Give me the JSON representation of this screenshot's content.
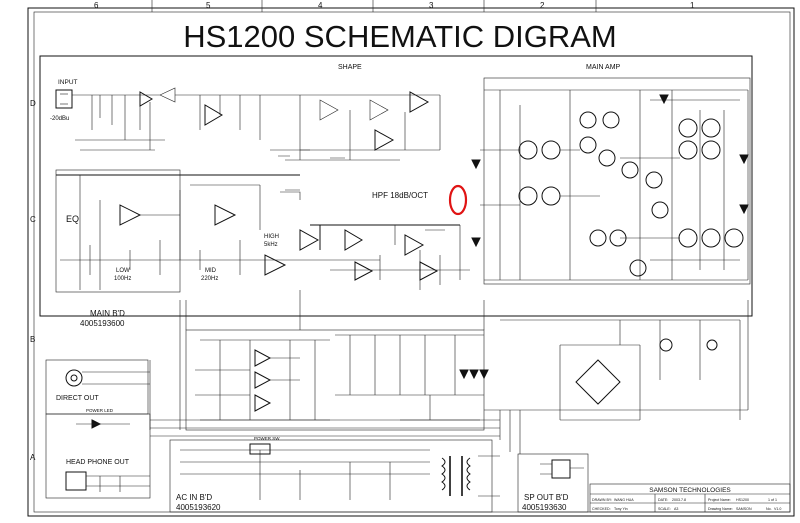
{
  "title": "HS1200 SCHEMATIC DIGRAM",
  "border": {
    "columns": [
      "6",
      "5",
      "4",
      "3",
      "2",
      "1"
    ],
    "rows": [
      "D",
      "C",
      "B",
      "A"
    ]
  },
  "sections": {
    "input": "INPUT",
    "input_level": "-20dBu",
    "shape": "SHAPE",
    "main_amp": "MAIN AMP",
    "hpf": "HPF 18dB/OCT",
    "eq": "EQ",
    "low": "LOW",
    "low_freq": "100Hz",
    "mid": "MID",
    "mid_freq": "220Hz",
    "high": "HIGH",
    "high_freq": "5kHz",
    "main_bd": "MAIN B'D",
    "main_bd_pn": "4005193600",
    "direct_out": "DIRECT OUT",
    "headphone_out": "HEAD PHONE OUT",
    "ac_in_bd": "AC IN B'D",
    "ac_in_bd_pn": "4005193620",
    "sp_out_bd": "SP OUT B'D",
    "sp_out_bd_pn": "4005193630",
    "power_sw": "POWER SW",
    "power_led": "POWER LED"
  },
  "title_block": {
    "company": "SAMSON TECHNOLOGIES",
    "drawn_by_label": "DRAWN BY:",
    "drawn_by": "WANG HUA",
    "date_label": "DATE:",
    "date": "2003.7.8",
    "project_label": "Project Name:",
    "project": "HS1200",
    "sheet": "1 of 1",
    "checked_label": "CHECKED:",
    "checked_by": "Tony Yin",
    "scale_label": "SCALE:",
    "scale": "A3",
    "drawing_label": "Drawing Name:",
    "drawing": "SAMSON",
    "version_label": "No.",
    "version": "V1.0"
  },
  "highlight": {
    "color": "#e01414",
    "shape": "circle-outline"
  }
}
